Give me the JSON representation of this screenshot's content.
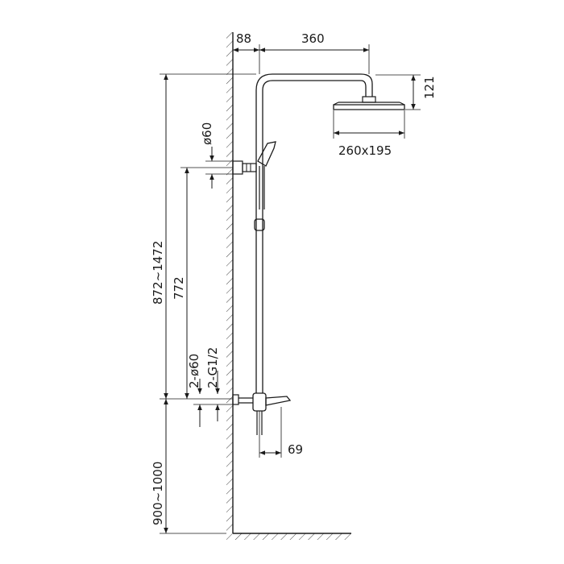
{
  "dimensions": {
    "wall_offset": "88",
    "arm_length": "360",
    "head_height": "121",
    "head_size": "260x195",
    "outlet_diameter": "ø60",
    "height_range": "872~1472",
    "bracket_distance": "772",
    "inlet_flanges": "2-ø60",
    "inlet_threads": "2-G1/2",
    "spout_offset": "69",
    "mount_height": "900~1000"
  }
}
